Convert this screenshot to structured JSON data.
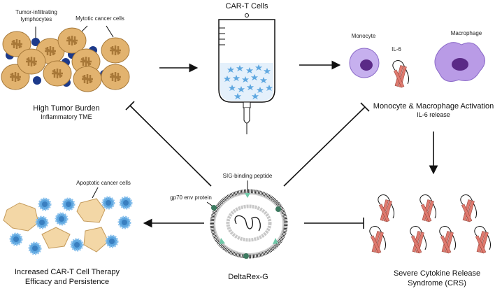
{
  "labels": {
    "tumor_infiltrating_1": "Tumor-infiltrating",
    "tumor_infiltrating_2": "lymphocytes",
    "mytotic": "Mytotic cancer cells",
    "high_tumor_burden": "High Tumor Burden",
    "inflammatory_tme": "Inflammatory TME",
    "cart_cells": "CAR-T Cells",
    "monocyte": "Monocyte",
    "il6": "IL-6",
    "macrophage": "Macrophage",
    "activation": "Monocyte & Macrophage Activation",
    "il6_release": "IL-6 release",
    "sig_peptide": "SIG-binding peptide",
    "gp70": "gp70 env protein",
    "deltarex": "DeltaRex-G",
    "apoptotic": "Apoptotic cancer cells",
    "increased_1": "Increased CAR-T Cell Therapy",
    "increased_2": "Efficacy and Persistence",
    "crs_1": "Severe Cytokine Release",
    "crs_2": "Syndrome (CRS)"
  },
  "colors": {
    "tumor_cell": "#e2b36f",
    "lymphocyte": "#1d3a8a",
    "cart": "#5ea7e0",
    "monocyte": "#b99be6",
    "receptor": "#e07a6f",
    "peptide": "#6fc8a8",
    "env_protein": "#3d7a60"
  }
}
